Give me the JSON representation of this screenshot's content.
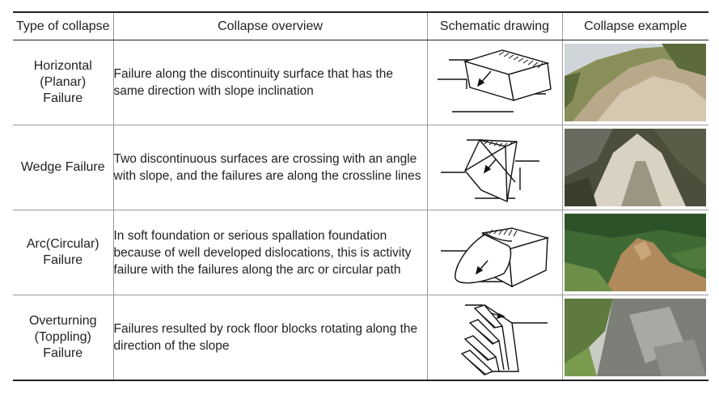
{
  "headers": {
    "type": "Type of collapse",
    "overview": "Collapse overview",
    "schematic": "Schematic drawing",
    "example": "Collapse example"
  },
  "rows": [
    {
      "type_lines": [
        "Horizontal",
        "(Planar)",
        "Failure"
      ],
      "overview": "Failure along the discontinuity surface that has the same direction with slope inclination",
      "sketch_icon": "planar-failure-sketch",
      "photo_icon": "rocky-slope-photo",
      "photo_colors": [
        "#b8a98a",
        "#8a8f5a",
        "#5d6b3a",
        "#d4c8b0"
      ]
    },
    {
      "type_lines": [
        "Wedge Failure"
      ],
      "overview": "Two discontinuous surfaces are crossing with an angle with slope, and the failures are along the crossline lines",
      "sketch_icon": "wedge-failure-sketch",
      "photo_icon": "wedge-slope-photo",
      "photo_colors": [
        "#6b6a5e",
        "#d8d2c2",
        "#4a4e3a",
        "#9c9582"
      ]
    },
    {
      "type_lines": [
        "Arc(Circular)",
        "Failure"
      ],
      "overview": "In soft foundation or serious spallation foundation because of well developed dislocations, this is activity failure with the failures along the arc or circular path",
      "sketch_icon": "circular-failure-sketch",
      "photo_icon": "landslide-photo",
      "photo_colors": [
        "#3f6a34",
        "#2e5228",
        "#b08a5c",
        "#6d8f4a"
      ]
    },
    {
      "type_lines": [
        "Overturning",
        "(Toppling)",
        "Failure"
      ],
      "overview": "Failures resulted by rock floor blocks rotating along the direction of the slope",
      "sketch_icon": "toppling-failure-sketch",
      "photo_icon": "rock-face-photo",
      "photo_colors": [
        "#7c7f78",
        "#a7aaa2",
        "#5e7a3e",
        "#c9ccc4"
      ]
    }
  ]
}
